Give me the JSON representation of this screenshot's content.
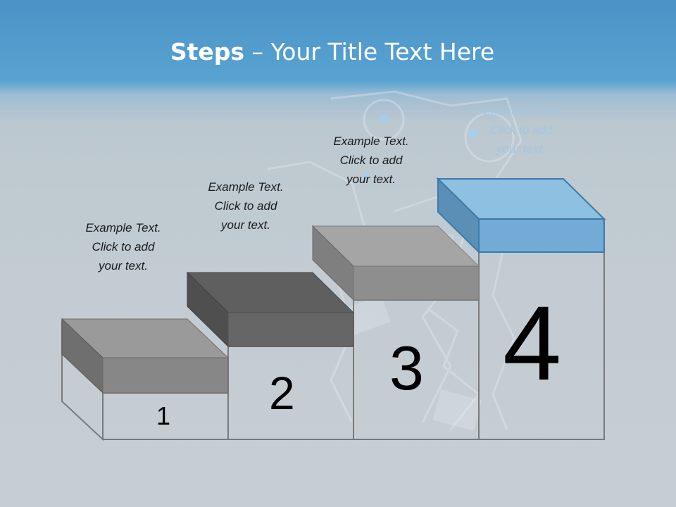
{
  "title": {
    "bold": "Steps",
    "rest": " – Your Title Text Here"
  },
  "steps": [
    {
      "number": "1",
      "text": "Example Text. Click  to add your text.",
      "line1": "Example Text.",
      "line2": "Click  to add",
      "line3": "your text."
    },
    {
      "number": "2",
      "text": "Example Text. Click  to add your text.",
      "line1": "Example Text.",
      "line2": "Click  to add",
      "line3": "your text."
    },
    {
      "number": "3",
      "text": "Example Text. Click  to add your text.",
      "line1": "Example Text.",
      "line2": "Click  to add",
      "line3": "your text."
    },
    {
      "number": "4",
      "text": "Example Text. Click  to add your text.",
      "line1": "Example Text.",
      "line2": "Click  to add",
      "line3": "your text."
    }
  ],
  "colors": {
    "banner": "#4a93c6",
    "background": "#c3ccd2",
    "step_gray": "#8c8c8c",
    "step_dark": "#5e5e5e",
    "step_blue": "#7fb4dc",
    "outline": "#7a7a7a"
  }
}
